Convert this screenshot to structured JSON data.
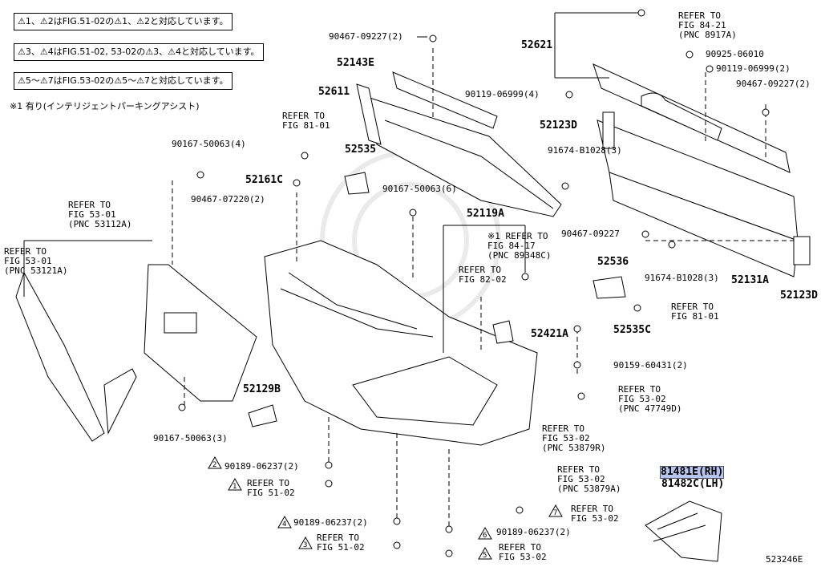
{
  "notes": [
    "⚠1、⚠2はFIG.51-02の⚠1、⚠2と対応しています。",
    "⚠3、⚠4はFIG.51-02, 53-02の⚠3、⚠4と対応しています。",
    "⚠5〜⚠7はFIG.53-02の⚠5〜⚠7と対応しています。"
  ],
  "footnote": "※1 有り(インテリジェントパーキングアシスト)",
  "part_numbers": {
    "p52621": "52621",
    "p52143E": "52143E",
    "p52611": "52611",
    "p52123D_top": "52123D",
    "p52535": "52535",
    "p52161C": "52161C",
    "p52119A": "52119A",
    "p52536": "52536",
    "p52131A": "52131A",
    "p52123D_right": "52123D",
    "p52421A": "52421A",
    "p52535C": "52535C",
    "p52129B": "52129B",
    "p81481E": "81481E(RH)",
    "p81482C": "81482C(LH)"
  },
  "bolts": {
    "b1": "90467-09227(2)",
    "b2": "90119-06999(4)",
    "b3": "90925-06010",
    "b4": "90119-06999(2)",
    "b5": "90467-09227(2)",
    "b6": "91674-B1028(3)",
    "b7": "90167-50063(4)",
    "b8": "90467-07220(2)",
    "b9": "90167-50063(6)",
    "b10": "90467-09227",
    "b11": "91674-B1028(3)",
    "b12": "90159-60431(2)",
    "b13": "90167-50063(3)",
    "b14": "90189-06237(2)",
    "b15": "90189-06237(2)",
    "b16": "90189-06237(2)"
  },
  "refs": {
    "r1": "REFER TO\nFIG 84-21\n(PNC 8917A)",
    "r2": "REFER TO\nFIG 81-01",
    "r3": "REFER TO\nFIG 53-01\n(PNC 53112A)",
    "r4": "REFER TO\nFIG 53-01\n(PNC 53121A)",
    "r5": "※1 REFER TO\nFIG 84-17\n(PNC 89348C)",
    "r6": "REFER TO\nFIG 82-02",
    "r7": "REFER TO\nFIG 81-01",
    "r8": "REFER TO\nFIG 53-02\n(PNC 47749D)",
    "r9": "REFER TO\nFIG 53-02\n(PNC 53879R)",
    "r10": "REFER TO\nFIG 53-02\n(PNC 53879A)",
    "r11": "REFER TO\nFIG 51-02",
    "r12": "REFER TO\nFIG 53-02",
    "r13": "REFER TO\nFIG 51-02",
    "r14": "REFER TO\nFIG 53-02"
  },
  "warn_marks": {
    "w1": "1",
    "w2": "2",
    "w3": "3",
    "w4": "4",
    "w5": "5",
    "w6": "6",
    "w7": "7"
  },
  "figure_id": "523246E"
}
